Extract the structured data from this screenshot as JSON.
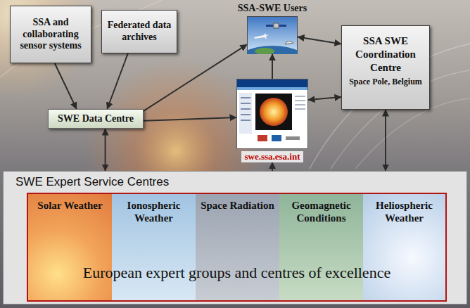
{
  "diagram": {
    "nodes": [
      {
        "text": [
          "SSA and collaborating sensor systems"
        ]
      },
      {
        "text": [
          "Federated data archives"
        ]
      },
      {
        "text": [
          "SSA-SWE Users"
        ]
      },
      {
        "text": [
          "SSA SWE Coordination Centre",
          "Space Pole, Belgium"
        ]
      },
      {
        "text": [
          "SWE Data Centre"
        ]
      },
      {
        "text": [
          "swe.ssa.esa.int"
        ]
      },
      {
        "text": [
          "SWE Expert Service Centres"
        ]
      },
      {
        "text": [
          "European expert groups and centres of excellence"
        ],
        "in": 6
      },
      {
        "text": [
          "Solar Weather"
        ],
        "in": 7
      },
      {
        "text": [
          "Ionospheric Weather"
        ],
        "in": 7
      },
      {
        "text": [
          "Space Radiation"
        ],
        "in": 7
      },
      {
        "text": [
          "Geomagnetic Conditions"
        ],
        "in": 7
      },
      {
        "text": [
          "Heliospheric Weather"
        ],
        "in": 7
      }
    ],
    "edges": [
      {
        "from": 0,
        "to": 4,
        "arrow": "to"
      },
      {
        "from": 1,
        "to": 4,
        "arrow": "to"
      },
      {
        "from": 4,
        "to": 2,
        "arrow": "to"
      },
      {
        "from": 4,
        "to": 5,
        "arrow": "to"
      },
      {
        "from": 5,
        "to": 2,
        "arrow": "to"
      },
      {
        "from": 2,
        "to": 3,
        "arrow": "both"
      },
      {
        "from": 5,
        "to": 3,
        "arrow": "both"
      },
      {
        "from": 4,
        "to": 6,
        "arrow": "both"
      },
      {
        "from": 6,
        "to": 5,
        "arrow": "to"
      },
      {
        "from": 3,
        "to": 6,
        "arrow": "both"
      }
    ]
  }
}
